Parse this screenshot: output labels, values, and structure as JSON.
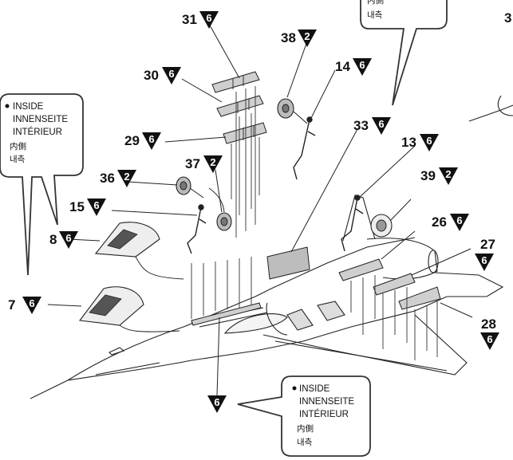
{
  "callouts": [
    {
      "part": "31",
      "paint": "6"
    },
    {
      "part": "38",
      "paint": "2"
    },
    {
      "part": "14",
      "paint": "6"
    },
    {
      "part": "30",
      "paint": "6"
    },
    {
      "part": "33",
      "paint": "6"
    },
    {
      "part": "13",
      "paint": "6"
    },
    {
      "part": "29",
      "paint": "6"
    },
    {
      "part": "37",
      "paint": "2"
    },
    {
      "part": "36",
      "paint": "2"
    },
    {
      "part": "39",
      "paint": "2"
    },
    {
      "part": "15",
      "paint": "6"
    },
    {
      "part": "26",
      "paint": "6"
    },
    {
      "part": "27",
      "paint": "6"
    },
    {
      "part": "8",
      "paint": "6"
    },
    {
      "part": "7",
      "paint": "6"
    },
    {
      "part": "28",
      "paint": "6"
    }
  ],
  "standalone_badge": "6",
  "edge_number": "3",
  "bubble_left": {
    "lines": [
      "INSIDE",
      "INNENSEITE",
      "INTÉRIEUR"
    ],
    "cjk": [
      "内側",
      "내측"
    ]
  },
  "bubble_top": {
    "cjk": [
      "内側",
      "내측"
    ]
  },
  "bubble_bottom": {
    "lines": [
      "INSIDE",
      "INNENSEITE",
      "INTÉRIEUR"
    ],
    "cjk": [
      "内側",
      "내측"
    ]
  }
}
